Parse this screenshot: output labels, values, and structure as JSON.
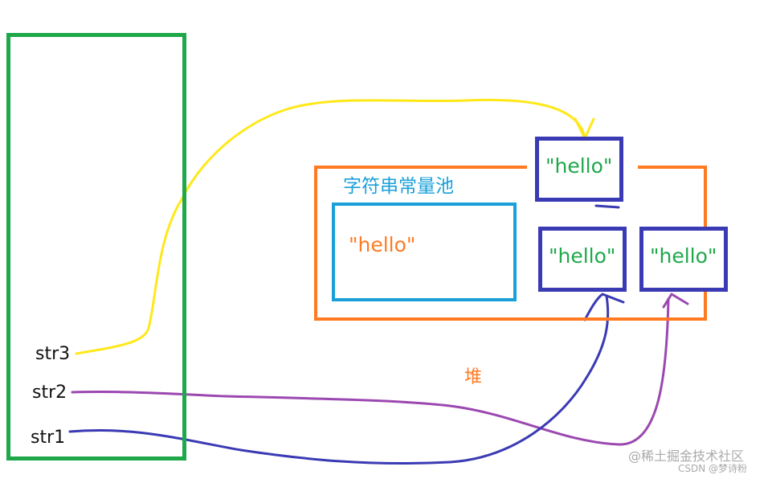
{
  "stack": {
    "variables": [
      "str3",
      "str2",
      "str1"
    ]
  },
  "heap": {
    "label": "堆"
  },
  "constant_pool": {
    "label": "字符串常量池",
    "value": "\"hello\""
  },
  "heap_objects": [
    "\"hello\"",
    "\"hello\"",
    "\"hello\""
  ],
  "references": [
    {
      "from": "str3",
      "to": "heap object 1",
      "color": "#ffe81a"
    },
    {
      "from": "str2",
      "to": "heap object 3",
      "color": "#9b48b0"
    },
    {
      "from": "str1",
      "to": "heap object 2",
      "color": "#3a3ab4"
    }
  ],
  "colors": {
    "stack_border": "#1ea84a",
    "heap_border": "#ff7a22",
    "pool_border": "#1aa0d8",
    "object_border": "#3a3ab4"
  },
  "watermark": {
    "main": "@稀土掘金技术社区",
    "sub": "CSDN @梦诗粉"
  }
}
